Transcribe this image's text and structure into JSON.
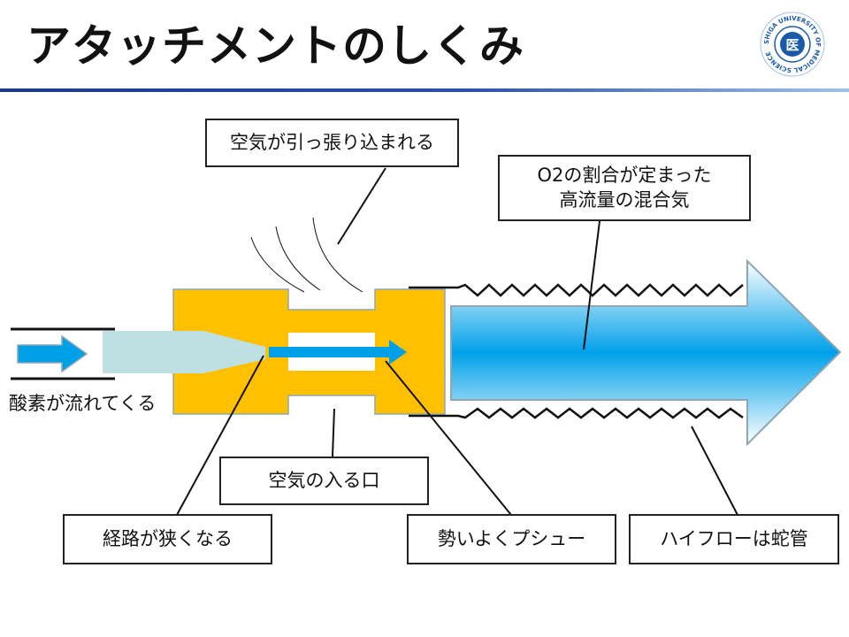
{
  "title": "アタッチメントのしくみ",
  "logo_text": "SHIGA UNIVERSITY OF MEDICAL SCIENCE",
  "logo_mark": "医",
  "labels": {
    "oxygen_in": "酸素が流れてくる",
    "air_drawn": "空気が引っ張り込まれる",
    "mixed_gas_line1": "O2の割合が定まった",
    "mixed_gas_line2": "高流量の混合気",
    "air_inlet": "空気の入る口",
    "narrow_path": "経路が狭くなる",
    "push": "勢いよくプシュー",
    "hose": "ハイフローは蛇管"
  },
  "colors": {
    "adapter": "#FFC000",
    "nozzle": "#BFE0E2",
    "jet": "#00A0E9",
    "arrow_edge": "#8FA7B0",
    "title_rule": "#1B3A8C"
  }
}
